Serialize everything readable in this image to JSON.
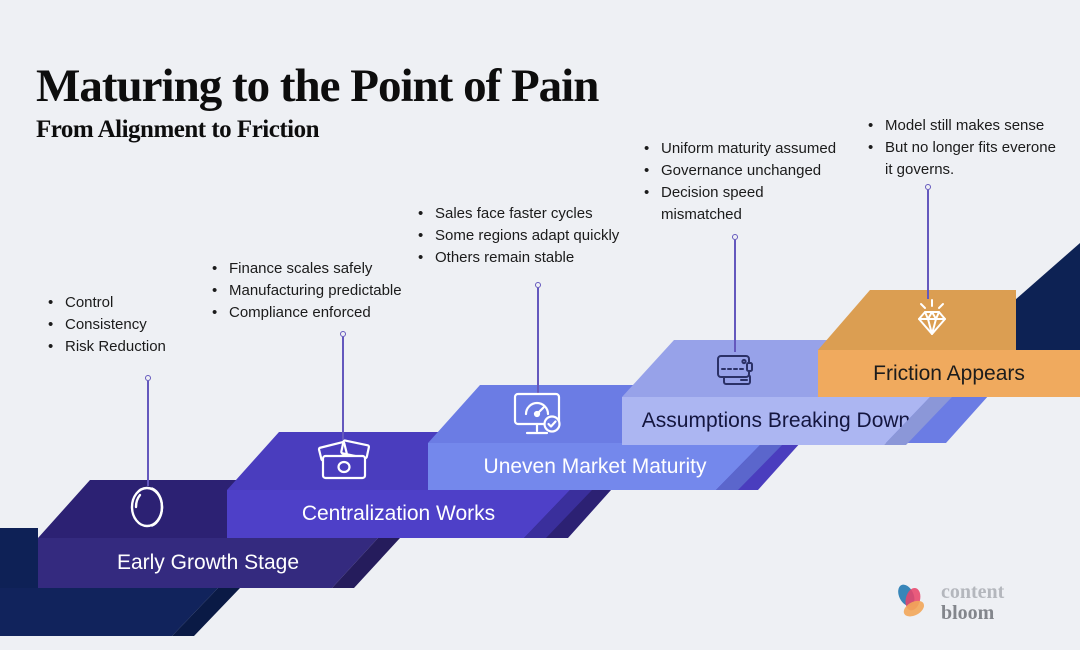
{
  "title": "Maturing to the Point of Pain",
  "subtitle": "From Alignment to Friction",
  "accents": {
    "background": "#eef0f4",
    "connector": "#6458bd",
    "navy": "#11235c",
    "navy_dark": "#0a1a45",
    "navy_step_upper": "#0d2254"
  },
  "steps": [
    {
      "label": "Early Growth Stage",
      "icon": "coin-icon",
      "bullets": [
        "Control",
        "Consistency",
        "Risk Reduction"
      ],
      "colors": {
        "top": "#2c2173",
        "band": "#342a7f",
        "cap": "#251c5c",
        "label": "#ffffff",
        "icon": "#ffffff"
      }
    },
    {
      "label": "Centralization Works",
      "icon": "banknotes-icon",
      "bullets": [
        "Finance scales safely",
        "Manufacturing predictable",
        "Compliance enforced"
      ],
      "colors": {
        "top": "#4a3dbe",
        "band": "#4e40c8",
        "cap": "#3a2f9c",
        "label": "#ffffff",
        "icon": "#ffffff"
      }
    },
    {
      "label": "Uneven Market Maturity",
      "icon": "dashboard-monitor-icon",
      "bullets": [
        "Sales face faster cycles",
        "Some regions adapt quickly",
        "Others remain stable"
      ],
      "colors": {
        "top": "#6b7ce4",
        "band": "#7488ec",
        "cap": "#5b66cc",
        "label": "#ffffff",
        "icon": "#ffffff"
      }
    },
    {
      "label": "Assumptions Breaking Down",
      "icon": "wallet-icon",
      "bullets": [
        "Uniform maturity assumed",
        "Governance unchanged",
        "Decision speed mismatched"
      ],
      "colors": {
        "top": "#97a2e9",
        "band": "#acb6f2",
        "cap": "#8b97d8",
        "label": "#14163f",
        "icon": "#2b3167"
      }
    },
    {
      "label": "Friction Appears",
      "icon": "diamond-icon",
      "bullets": [
        "Model still makes sense",
        "But no longer fits everone it governs."
      ],
      "colors": {
        "top": "#db9e52",
        "band": "#f0aa5e",
        "cap": "#c98f49",
        "label": "#1c1c1c",
        "icon": "#ffffff"
      }
    }
  ],
  "logo": {
    "line1": "content",
    "line2": "bloom"
  }
}
